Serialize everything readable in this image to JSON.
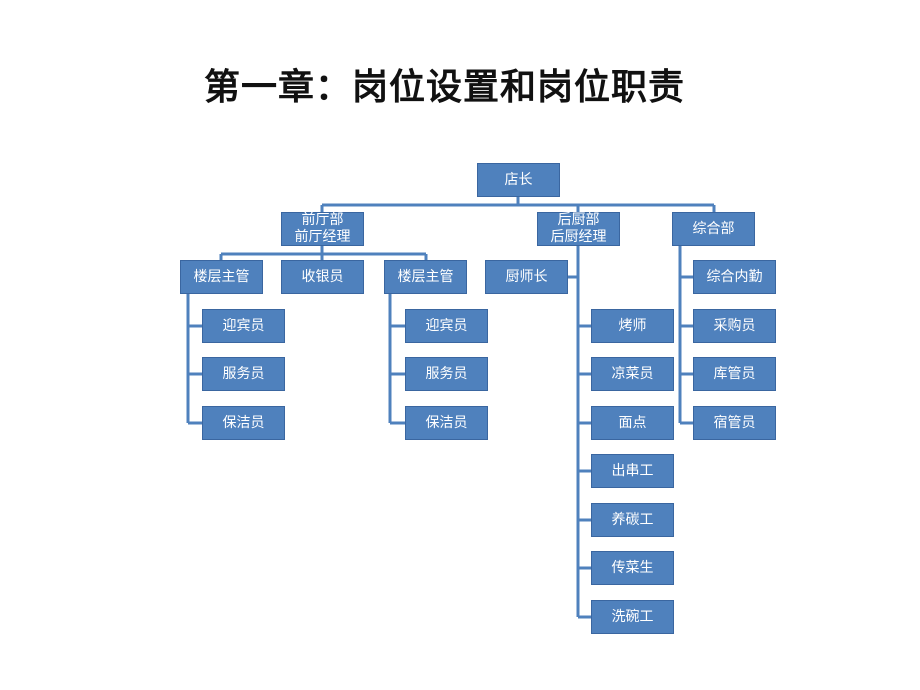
{
  "title": "第一章：岗位设置和岗位职责",
  "org": {
    "root": "店长",
    "departments": {
      "front": "前厅部\n前厅经理",
      "kitchen": "后厨部\n后厨经理",
      "general": "综合部"
    },
    "front": {
      "floor1": "楼层主管",
      "cashier": "收银员",
      "floor2": "楼层主管",
      "floor1_staff": [
        "迎宾员",
        "服务员",
        "保洁员"
      ],
      "floor2_staff": [
        "迎宾员",
        "服务员",
        "保洁员"
      ]
    },
    "kitchen": {
      "chef": "厨师长",
      "staff": [
        "烤师",
        "凉菜员",
        "面点",
        "出串工",
        "养碳工",
        "传菜生",
        "洗碗工"
      ]
    },
    "general": {
      "staff": [
        "综合内勤",
        "采购员",
        "库管员",
        "宿管员"
      ]
    }
  },
  "colors": {
    "box": "#4f81bd",
    "box_text": "#ffffff",
    "line": "#4f81bd"
  }
}
